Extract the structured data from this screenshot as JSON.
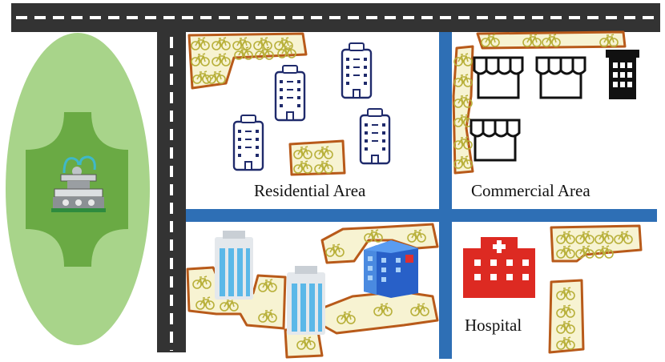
{
  "labels": {
    "residential": "Residential Area",
    "commercial": "Commercial Area",
    "hospital": "Hospital"
  },
  "colors": {
    "road": "#333333",
    "road_marking": "#ffffff",
    "street": "#2e6fb5",
    "park_outer": "#a8d48a",
    "park_inner": "#6aaa44",
    "bike_zone_fill": "#f7f3d2",
    "bike_zone_border": "#b85a1a",
    "bike": "#b8b03a",
    "residential_building": "#1f2a6b",
    "hospital": "#dd2a22"
  },
  "icons": {
    "park": "fountain-icon",
    "residential": "apartment-building-icon",
    "commercial": [
      "shop-icon",
      "shop-icon",
      "office-building-icon",
      "shop-icon"
    ],
    "office": "office-tower-icon",
    "hospital": "hospital-icon",
    "bike": "bicycle-icon"
  }
}
